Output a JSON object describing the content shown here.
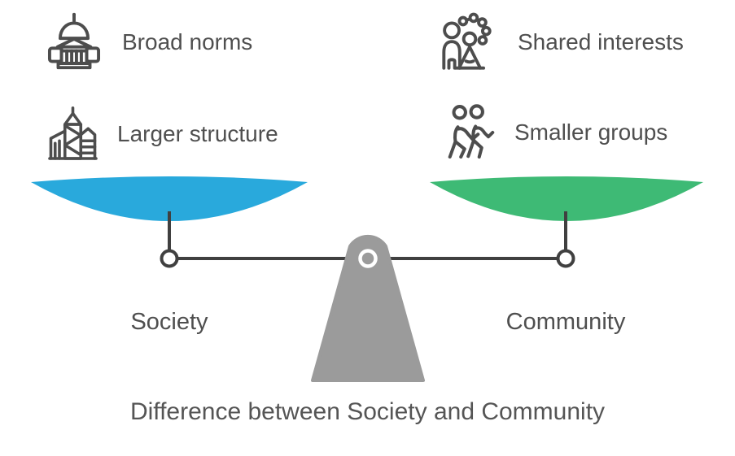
{
  "diagram": {
    "title": "Difference between Society and Community",
    "left_side": {
      "pan_label": "Society",
      "pan_color": "#29A9DC",
      "items": [
        {
          "icon": "capitol-building-icon",
          "label": "Broad norms"
        },
        {
          "icon": "city-buildings-icon",
          "label": "Larger structure"
        }
      ]
    },
    "right_side": {
      "pan_label": "Community",
      "pan_color": "#3EBA75",
      "items": [
        {
          "icon": "people-network-icon",
          "label": "Shared interests"
        },
        {
          "icon": "walking-people-icon",
          "label": "Smaller groups"
        }
      ]
    },
    "colors": {
      "beam": "#404040",
      "fulcrum": "#9B9B9B",
      "icon_stroke": "#4D4D4D",
      "text": "#4F4F4F"
    }
  }
}
